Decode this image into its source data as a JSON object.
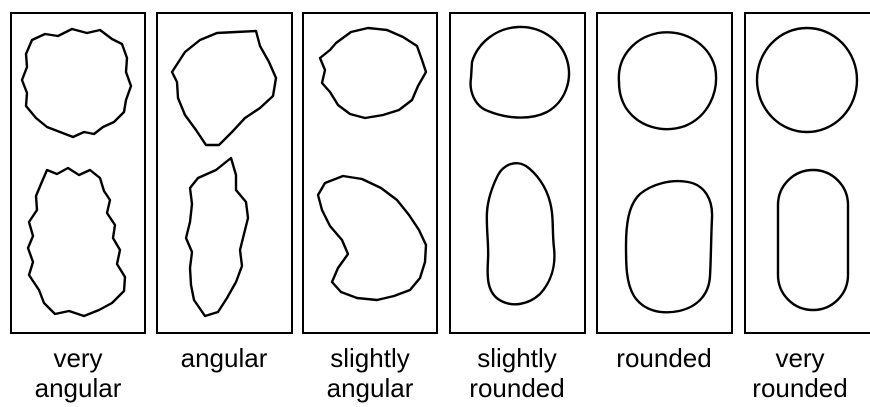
{
  "categories": [
    {
      "line1": "very",
      "line2": "angular"
    },
    {
      "line1": "angular",
      "line2": ""
    },
    {
      "line1": "slightly",
      "line2": "angular"
    },
    {
      "line1": "slightly",
      "line2": "rounded"
    },
    {
      "line1": "rounded",
      "line2": ""
    },
    {
      "line1": "very",
      "line2": "rounded"
    }
  ]
}
